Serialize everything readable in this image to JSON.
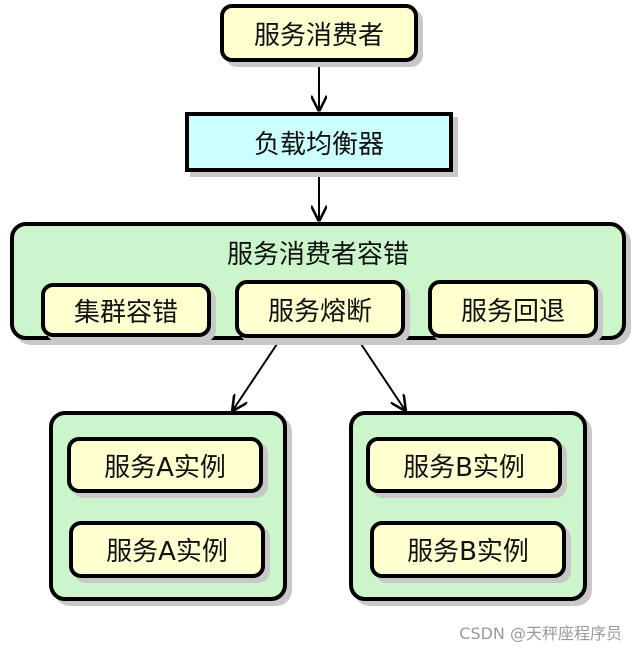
{
  "nodes": {
    "consumer": "服务消费者",
    "load_balancer": "负载均衡器",
    "fault_tolerance": {
      "title": "服务消费者容错",
      "cluster": "集群容错",
      "circuit_breaker": "服务熔断",
      "fallback": "服务回退"
    },
    "service_a": {
      "instance_1": "服务A实例",
      "instance_2": "服务A实例"
    },
    "service_b": {
      "instance_1": "服务B实例",
      "instance_2": "服务B实例"
    }
  },
  "edges": [
    {
      "from": "服务消费者",
      "to": "负载均衡器"
    },
    {
      "from": "负载均衡器",
      "to": "服务消费者容错"
    },
    {
      "from": "服务熔断",
      "to": "服务A实例"
    },
    {
      "from": "服务熔断",
      "to": "服务B实例"
    }
  ],
  "watermark": "CSDN @天秤座程序员",
  "colors": {
    "client_box": "#ffffd0",
    "load_balancer_box": "#ccffff",
    "group_box": "#ccf5cc",
    "border": "#000000"
  }
}
